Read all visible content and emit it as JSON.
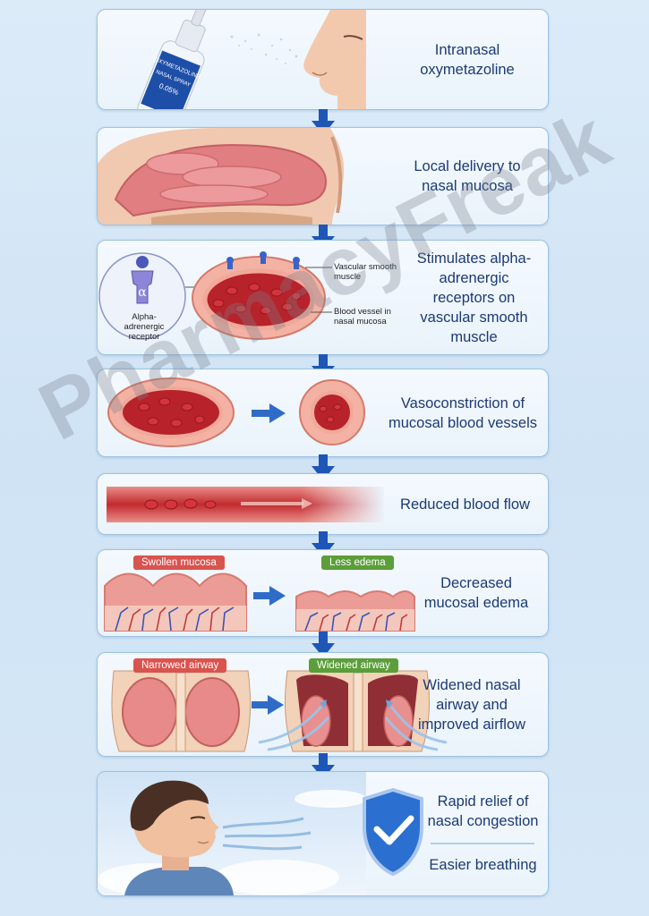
{
  "steps": [
    {
      "label": "Intranasal oxymetazoline"
    },
    {
      "label": "Local delivery to nasal mucosa"
    },
    {
      "label": "Stimulates alpha-adrenergic receptors on vascular smooth muscle"
    },
    {
      "label": "Vasoconstriction of mucosal blood vessels"
    },
    {
      "label": "Reduced blood flow"
    },
    {
      "label": "Decreased mucosal edema"
    },
    {
      "label": "Widened nasal airway and improved airflow"
    },
    {
      "label": "Rapid relief of nasal congestion",
      "sublabel": "Easier breathing"
    }
  ],
  "spray_bottle": {
    "line1": "OXYMETAZOLINE",
    "line2": "NASAL SPRAY",
    "line3": "0.05%"
  },
  "receptor": {
    "symbol": "α",
    "caption": "Alpha-adrenergic receptor"
  },
  "vessel_labels": {
    "smooth_muscle": "Vascular smooth muscle",
    "vessel": "Blood vessel in nasal mucosa"
  },
  "edema_tags": {
    "before": "Swollen mucosa",
    "after": "Less edema"
  },
  "airway_tags": {
    "before": "Narrowed airway",
    "after": "Widened airway"
  },
  "watermark": "PharmacyFreak",
  "colors": {
    "accent": "#1e56b8",
    "label": "#1c3a73",
    "tag_red": "#d9534f",
    "tag_green": "#5b9e3a",
    "border": "#9cc3e3"
  }
}
